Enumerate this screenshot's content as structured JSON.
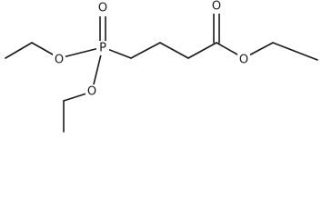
{
  "molecule": {
    "atoms": {
      "phosphorus": "P",
      "phosphoryl_oxygen": "O",
      "ester_oxygen_upper": "O",
      "ester_oxygen_lower": "O",
      "carbonyl_oxygen": "O",
      "carboxylate_oxygen": "O"
    }
  },
  "colors": {
    "bond": "#1a1a1a",
    "label": "#1a1a1a",
    "background": "#ffffff"
  }
}
